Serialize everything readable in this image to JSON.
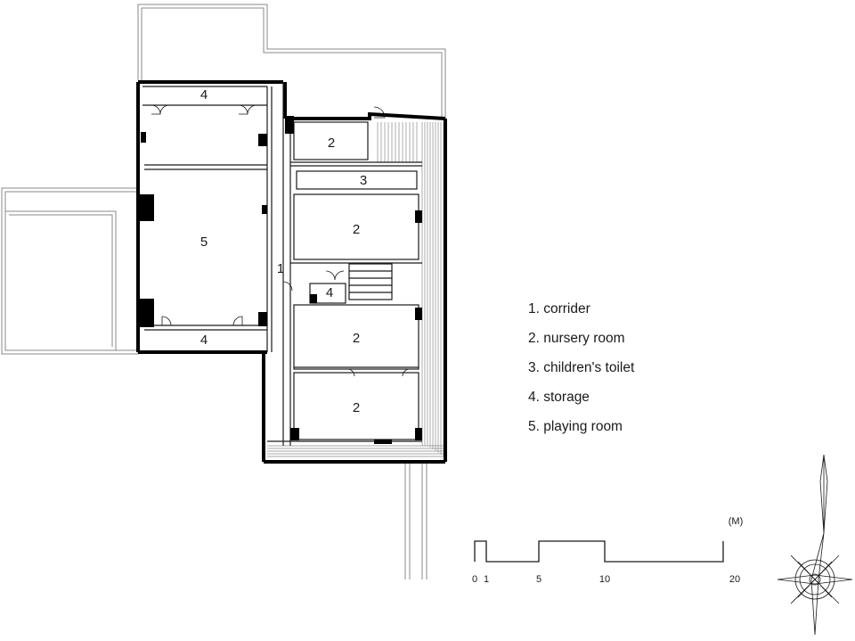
{
  "rooms": [
    {
      "id": "storage-top",
      "num": "4"
    },
    {
      "id": "nursery-top",
      "num": "2"
    },
    {
      "id": "toilet",
      "num": "3"
    },
    {
      "id": "nursery-a",
      "num": "2"
    },
    {
      "id": "playing",
      "num": "5"
    },
    {
      "id": "corridor",
      "num": "1"
    },
    {
      "id": "storage-mid",
      "num": "4"
    },
    {
      "id": "storage-bottom",
      "num": "4"
    },
    {
      "id": "nursery-b",
      "num": "2"
    },
    {
      "id": "nursery-c",
      "num": "2"
    }
  ],
  "legend": [
    "1. corrider",
    "2. nursery room",
    "3. children's toilet",
    "4. storage",
    "5. playing room"
  ],
  "scale": {
    "unit": "(M)",
    "ticks": [
      "0",
      "1",
      "5",
      "10",
      "20"
    ]
  },
  "colors": {
    "line": "#1a1a1a",
    "thin": "#8a8a8a",
    "fill": "#000000"
  }
}
